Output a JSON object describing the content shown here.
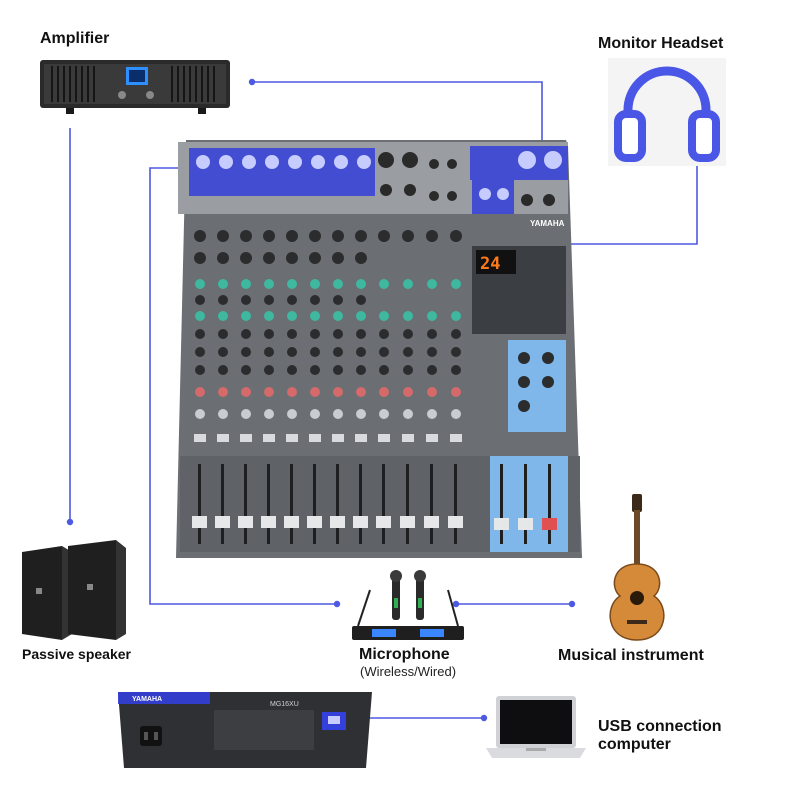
{
  "labels": {
    "amplifier": "Amplifier",
    "monitor_headset": "Monitor Headset",
    "passive_speaker": "Passive speaker",
    "microphone": "Microphone",
    "microphone_sub": "(Wireless/Wired)",
    "musical_instrument": "Musical instrument",
    "usb_line1": "USB connection",
    "usb_line2": "computer"
  },
  "device_text": {
    "brand": "YAMAHA",
    "model": "MG16XU",
    "display_value": "24"
  },
  "colors": {
    "connector_line": "#4d59e0",
    "highlight": "#3340d9",
    "headset": "#4a56e6",
    "mixer_panel": "#5f6368",
    "fader_blue": "#7fb7ea"
  }
}
